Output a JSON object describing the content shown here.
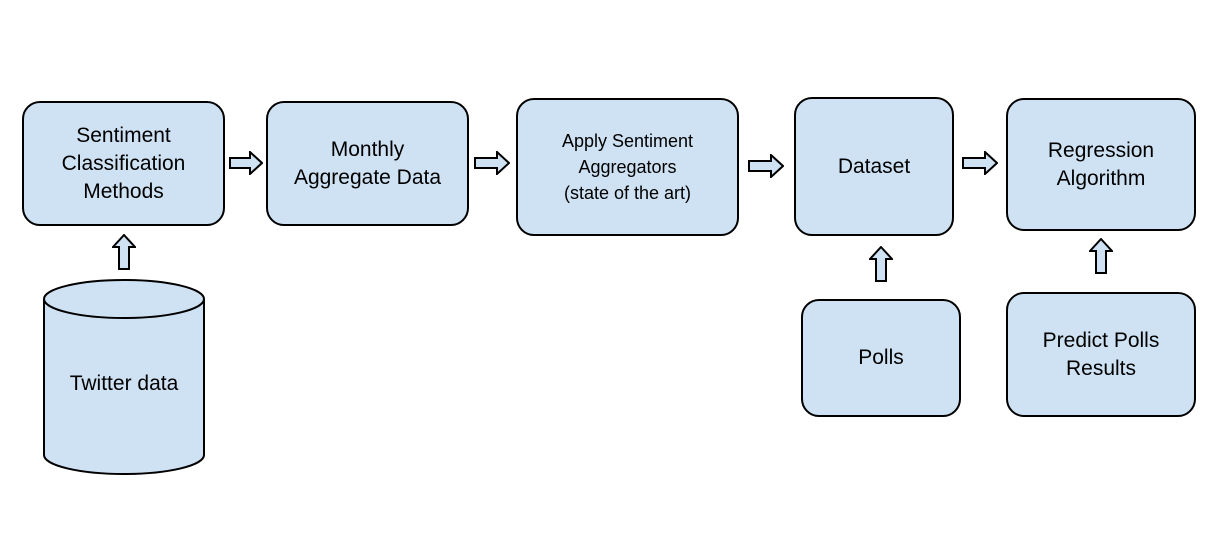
{
  "colors": {
    "node_fill": "#cfe2f3",
    "node_stroke": "#000000"
  },
  "nodes": {
    "sentiment_classification": "Sentiment\nClassification\nMethods",
    "monthly_aggregate": "Monthly\nAggregate Data",
    "apply_aggregators": "Apply Sentiment\nAggregators\n(state of the art)",
    "dataset": "Dataset",
    "regression": "Regression\nAlgorithm",
    "twitter_data": "Twitter data",
    "polls": "Polls",
    "predict_polls": "Predict Polls\nResults"
  },
  "edges": [
    {
      "from": "twitter_data",
      "to": "sentiment_classification",
      "icon": "up-arrow-icon"
    },
    {
      "from": "sentiment_classification",
      "to": "monthly_aggregate",
      "icon": "right-arrow-icon"
    },
    {
      "from": "monthly_aggregate",
      "to": "apply_aggregators",
      "icon": "right-arrow-icon"
    },
    {
      "from": "apply_aggregators",
      "to": "dataset",
      "icon": "right-arrow-icon"
    },
    {
      "from": "polls",
      "to": "dataset",
      "icon": "up-arrow-icon"
    },
    {
      "from": "dataset",
      "to": "regression",
      "icon": "right-arrow-icon"
    },
    {
      "from": "predict_polls",
      "to": "regression",
      "icon": "up-arrow-icon"
    }
  ]
}
